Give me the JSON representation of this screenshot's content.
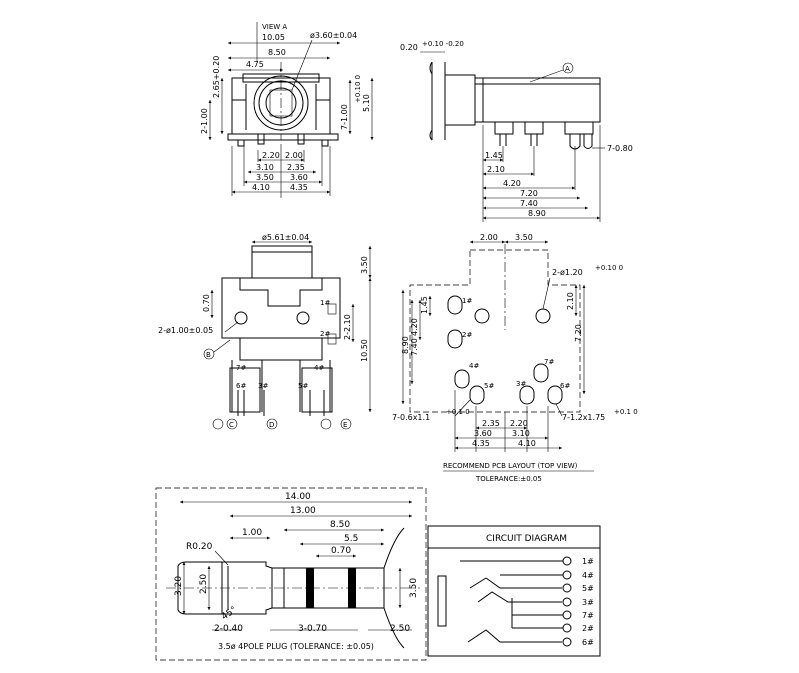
{
  "top_view": {
    "view_label": "VIEW A",
    "dims": {
      "w_total": "10.05",
      "w_body": "8.50",
      "w_left": "4.75",
      "dia_hole": "ø3.60±0.04",
      "h_side": "2.65+0.20",
      "h_base": "2-1.00",
      "h_pins": "7-1.00",
      "tol_pins": "+0.10 0",
      "h_total": "5.10",
      "p_220": "2.20",
      "p_200": "2.00",
      "p_310": "3.10",
      "p_235": "2.35",
      "p_350": "3.50",
      "p_360": "3.60",
      "p_410": "4.10",
      "p_435": "4.35"
    }
  },
  "side_view": {
    "dims": {
      "offset": "0.20",
      "offset_tol": "+0.10 -0.20",
      "ref_a": "A",
      "pin_w": "7-0.80",
      "d_145": "1.45",
      "d_210": "2.10",
      "d_420": "4.20",
      "d_720": "7.20",
      "d_740": "7.40",
      "d_890": "8.90"
    }
  },
  "front_view": {
    "dims": {
      "dia_front": "ø5.61±0.04",
      "h_350": "3.50",
      "h_070": "0.70",
      "holes": "2-ø1.00±0.05",
      "h_210": "2-2.10",
      "h_1050": "10.50",
      "ref_b": "B",
      "ref_c": "C",
      "ref_d": "D",
      "ref_e": "E"
    },
    "pins": [
      "1#",
      "2#",
      "7#",
      "6#",
      "3#",
      "5#",
      "4#"
    ]
  },
  "pcb_layout": {
    "title": "RECOMMEND PCB LAYOUT (TOP VIEW)",
    "tolerance": "TOLERANCE:±0.05",
    "dims": {
      "t_200": "2.00",
      "t_350": "3.50",
      "holes": "2-ø1.20",
      "holes_tol": "+0.10 0",
      "r_210": "2.10",
      "r_720": "7.20",
      "l_145": "1.45",
      "l_420": "4.20",
      "l_740": "7.40",
      "l_890": "8.90",
      "pad_left": "7-0.6x1.1",
      "pad_left_tol": "+0.1 0",
      "pad_right": "7-1.2x1.75",
      "pad_right_tol": "+0.1 0",
      "b_235": "2.35",
      "b_220": "2.20",
      "b_360": "3.60",
      "b_310": "3.10",
      "b_435": "4.35",
      "b_410": "4.10"
    },
    "pads": [
      "1#",
      "2#",
      "4#",
      "5#",
      "3#",
      "7#",
      "6#"
    ]
  },
  "plug": {
    "caption": "3.5ø 4POLE PLUG (TOLERANCE: ±0.05)",
    "dims": {
      "len_total": "14.00",
      "len_13": "13.00",
      "tip": "1.00",
      "len_850": "8.50",
      "len_55": "5.5",
      "len_070": "0.70",
      "r_020": "R0.20",
      "d_320": "3.20",
      "d_250": "2.50",
      "d_350": "3.50",
      "angle": "45°",
      "chamfer": "2-0.40",
      "rings": "3-0.70",
      "end_250": "2.50"
    }
  },
  "circuit": {
    "title": "CIRCUIT DIAGRAM",
    "pins": [
      "1#",
      "4#",
      "5#",
      "3#",
      "7#",
      "2#",
      "6#"
    ]
  }
}
